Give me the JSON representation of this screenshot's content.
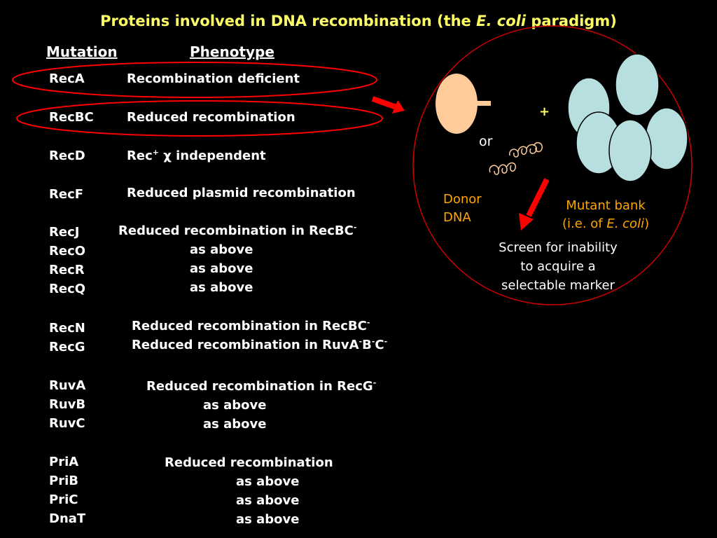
{
  "title": {
    "before": "Proteins involved in DNA recombination (the ",
    "italic": "E. coli",
    "after": " paradigm)"
  },
  "headers": {
    "mutation": "Mutation",
    "phenotype": "Phenotype"
  },
  "rows": [
    {
      "mutation": "RecA",
      "phenotype": "Recombination deficient"
    },
    {
      "mutation": "RecBC",
      "phenotype": "Reduced recombination"
    },
    {
      "mutation": "RecD",
      "phenotype_parts": [
        "Rec",
        "+",
        " χ independent"
      ]
    },
    {
      "mutation": "RecF",
      "phenotype": "Reduced plasmid recombination"
    },
    {
      "mutation": "RecJ",
      "phenotype": "Reduced recombination in RecBC",
      "sup": "-"
    },
    {
      "mutation": "RecO",
      "phenotype": "as above"
    },
    {
      "mutation": "RecR",
      "phenotype": "as above"
    },
    {
      "mutation": "RecQ",
      "phenotype": "as above"
    },
    {
      "mutation": "RecN",
      "phenotype": "Reduced recombination in RecBC",
      "sup": "-"
    },
    {
      "mutation": "RecG",
      "phenotype_parts": [
        "Reduced recombination in RuvA",
        "-",
        "B",
        "-",
        "C",
        "-"
      ]
    },
    {
      "mutation": "RuvA",
      "phenotype": "Reduced recombination in RecG",
      "sup": "-"
    },
    {
      "mutation": "RuvB",
      "phenotype": "as above"
    },
    {
      "mutation": "RuvC",
      "phenotype": "as above"
    },
    {
      "mutation": "PriA",
      "phenotype": "Reduced recombination"
    },
    {
      "mutation": "PriB",
      "phenotype": "as above"
    },
    {
      "mutation": "PriC",
      "phenotype": "as above"
    },
    {
      "mutation": "DnaT",
      "phenotype": "as above"
    }
  ],
  "diagram": {
    "or_label": "or",
    "plus_label": "+",
    "donor_label": [
      "Donor",
      "DNA"
    ],
    "mutant_label": {
      "line1": "Mutant bank",
      "line2_before": "(i.e. of ",
      "line2_italic": "E. coli",
      "line2_after": ")"
    },
    "screen_label": [
      "Screen for inability",
      "to acquire a",
      "selectable marker"
    ]
  },
  "colors": {
    "background": "#000000",
    "title": "#ffff66",
    "text": "#ffffff",
    "highlight_ellipse": "#ff0000",
    "circle_outline": "#cc0000",
    "arrow": "#ff0000",
    "donor_cell": "#ffcc99",
    "mutant_cell": "#b8dfe0",
    "donor_label": "#ffa500"
  }
}
